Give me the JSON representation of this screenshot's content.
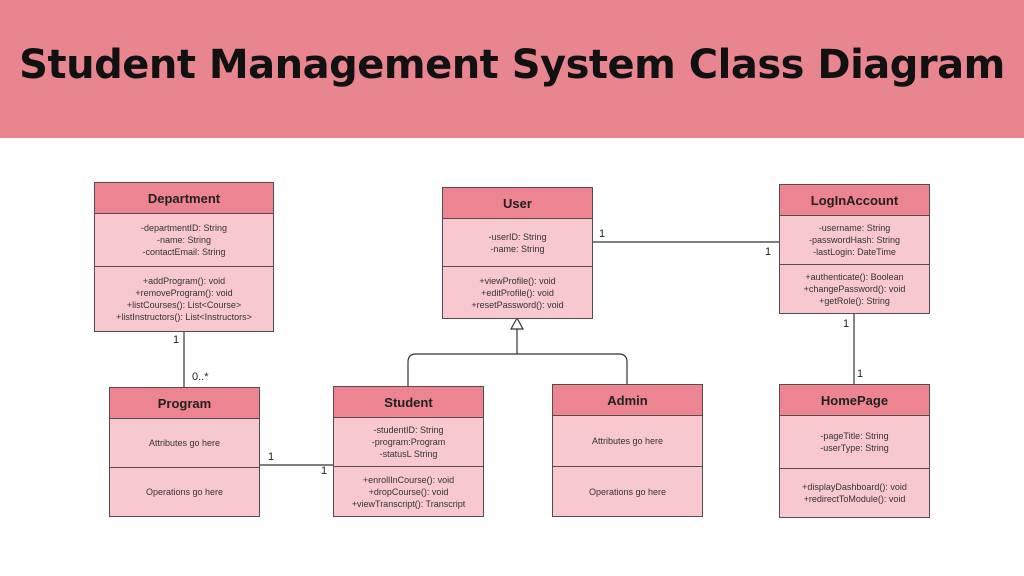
{
  "title": "Student Management System Class Diagram",
  "classes": {
    "department": {
      "name": "Department",
      "attributes": [
        "-departmentID: String",
        "-name: String",
        "-contactEmail: String"
      ],
      "operations": [
        "+addProgram(): void",
        "+removeProgram(): void",
        "+listCourses(): List<Course>",
        "+listInstructors(): List<Instructors>"
      ]
    },
    "user": {
      "name": "User",
      "attributes": [
        "-userID: String",
        "-name: String"
      ],
      "operations": [
        "+viewProfile(): void",
        "+editProfile(): void",
        "+resetPassword(): void"
      ]
    },
    "login_account": {
      "name": "LogInAccount",
      "attributes": [
        "-username: String",
        "-passwordHash: String",
        "-lastLogin: DateTime"
      ],
      "operations": [
        "+authenticate(): Boolean",
        "+changePassword(): void",
        "+getRole(): String"
      ]
    },
    "program": {
      "name": "Program",
      "attributes": [
        "Attributes go here"
      ],
      "operations": [
        "Operations go here"
      ]
    },
    "student": {
      "name": "Student",
      "attributes": [
        "-studentID: String",
        "-program:Program",
        "-statusL String"
      ],
      "operations": [
        "+enrollInCourse(): void",
        "+dropCourse(): void",
        "+viewTranscript(): Transcript"
      ]
    },
    "admin": {
      "name": "Admin",
      "attributes": [
        "Attributes go here"
      ],
      "operations": [
        "Operations go here"
      ]
    },
    "home_page": {
      "name": "HomePage",
      "attributes": [
        "-pageTitle: String",
        "-userType: String"
      ],
      "operations": [
        "+displayDashboard(): void",
        "+redirectToModule(): void"
      ]
    }
  },
  "multiplicities": {
    "department_program_dept": "1",
    "department_program_prog": "0..*",
    "program_student_prog": "1",
    "program_student_stud": "1",
    "user_login_user": "1",
    "user_login_login": "1",
    "login_home_login": "1",
    "login_home_home": "1"
  },
  "colors": {
    "banner": "#e9858f",
    "header": "#ec8491",
    "body": "#f8c8cf",
    "border": "#5a4a4e"
  }
}
